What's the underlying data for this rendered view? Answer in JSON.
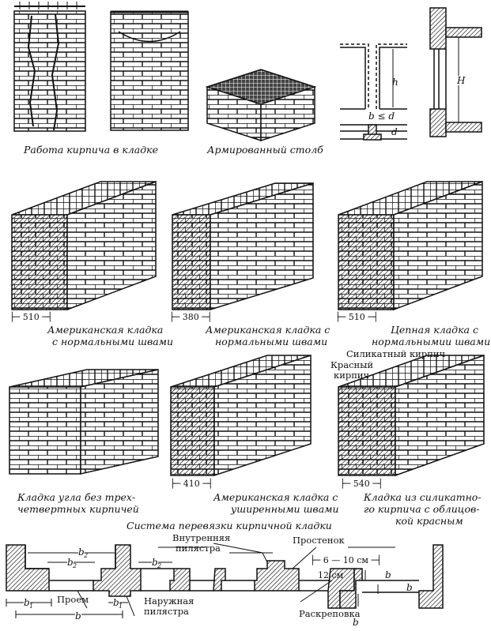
{
  "captions": {
    "brick_work": "Работа кирпича в кладке",
    "reinforced_column": "Армированный столб",
    "american_normal_1": [
      "Американская кладка",
      "с нормальными швами"
    ],
    "american_normal_2": [
      "Американская кладка с",
      "нормальными швами"
    ],
    "chain_bond": [
      "Цепная кладка с",
      "нормальнымии швами"
    ],
    "corner_bond": [
      "Кладка угла без трех-",
      "четвертных кирпичей"
    ],
    "american_wide": [
      "Американская кладка с",
      "уширенными швами"
    ],
    "silicate_facing": [
      "Кладка из силикатно-",
      "го кирпича с облицов-",
      "кой красным"
    ],
    "bonding_system": "Система перевязки кирпичной кладки"
  },
  "dimensions": {
    "wall1": "510",
    "wall2": "380",
    "wall3": "510",
    "wall5": "410",
    "wall6": "540",
    "gap_range": "6 — 10 см",
    "offset": "12 см"
  },
  "labels": {
    "silicate_brick": "Силикатный кирпич",
    "red_brick": [
      "Красный",
      "кирпич"
    ],
    "inner_pilaster": [
      "Внутренняя",
      "пилястра"
    ],
    "pier": "Простенок",
    "opening": "Проем",
    "outer_pilaster": [
      "Наружная",
      "пилястра"
    ],
    "projection": "Раскреповка"
  },
  "symbols": {
    "h": "h",
    "H": "H",
    "b_le_d": "b ≤ d",
    "d": "d",
    "b": "b",
    "b1": "b",
    "b1_sub": "1",
    "b2": "b",
    "b2_sub": "2"
  }
}
